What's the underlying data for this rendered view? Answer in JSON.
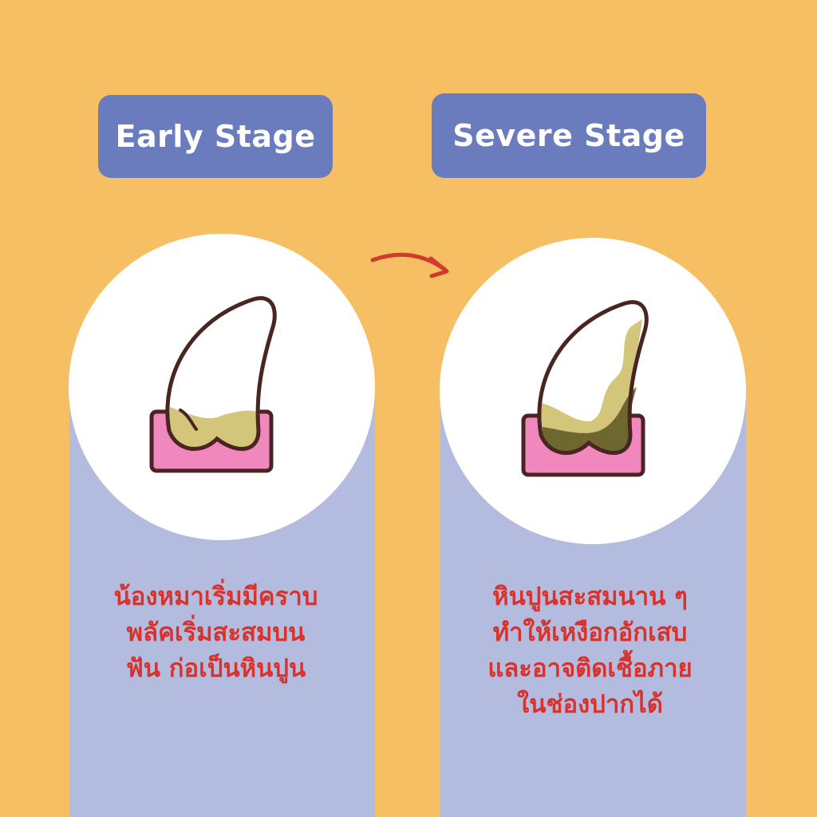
{
  "colors": {
    "background": "#F6BF63",
    "panel": "#B3BBDE",
    "label_bg": "#6A7BBE",
    "text_red": "#D9312B",
    "gum": "#F088BD",
    "plaque_light": "#D3C57A",
    "plaque_dark": "#6E6730",
    "outline": "#4A2420"
  },
  "stages": [
    {
      "title": "Early Stage",
      "description": [
        "น้องหมาเริ่มมีคราบ",
        "พลัคเริ่มสะสมบน",
        "ฟัน ก่อเป็นหินปูน"
      ]
    },
    {
      "title": "Severe Stage",
      "description": [
        "หินปูนสะสมนาน ๆ",
        "ทำให้เหงือกอักเสบ",
        "และอาจติดเชื้อภาย",
        "ในช่องปากได้"
      ]
    }
  ]
}
